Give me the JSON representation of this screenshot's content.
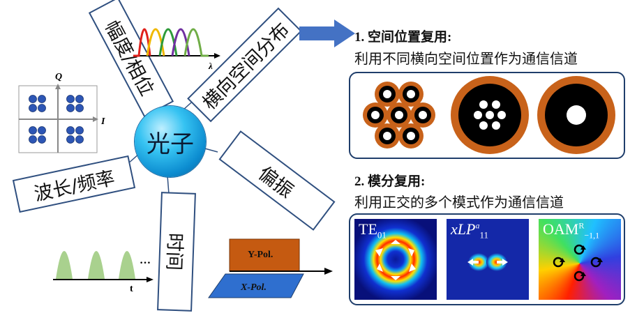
{
  "center": {
    "label": "光子"
  },
  "spokes": {
    "amplitude_phase": "幅度/相位",
    "transverse": "横向空间分布",
    "wavelength": "波长/频率",
    "polarization": "偏振",
    "time": "时间"
  },
  "constellation": {
    "q_label": "Q",
    "i_label": "I"
  },
  "spectrum": {
    "axis_label": "λ"
  },
  "pulses": {
    "axis_label": "t",
    "ellipsis": "…"
  },
  "pol_planes": {
    "y_label": "Y-Pol.",
    "x_label": "X-Pol."
  },
  "section1": {
    "title": "1. 空间位置复用:",
    "subtitle": "利用不同横向空间位置作为通信信道"
  },
  "section2": {
    "title": "2. 模分复用:",
    "subtitle": "利用正交的多个模式作为通信信道"
  },
  "modes": {
    "te": {
      "main": "TE",
      "sub": "01"
    },
    "lp": {
      "main": "xLP",
      "sup": "a",
      "sub": "11"
    },
    "oam": {
      "main": "OAM",
      "sup": "R",
      "sub": "−1,1"
    }
  },
  "colors": {
    "fiber_orange": "#c8621a",
    "arrow_blue": "#4472c4",
    "pulse_green": "#a9d18e",
    "ball_blue": "#1aa3e0"
  }
}
